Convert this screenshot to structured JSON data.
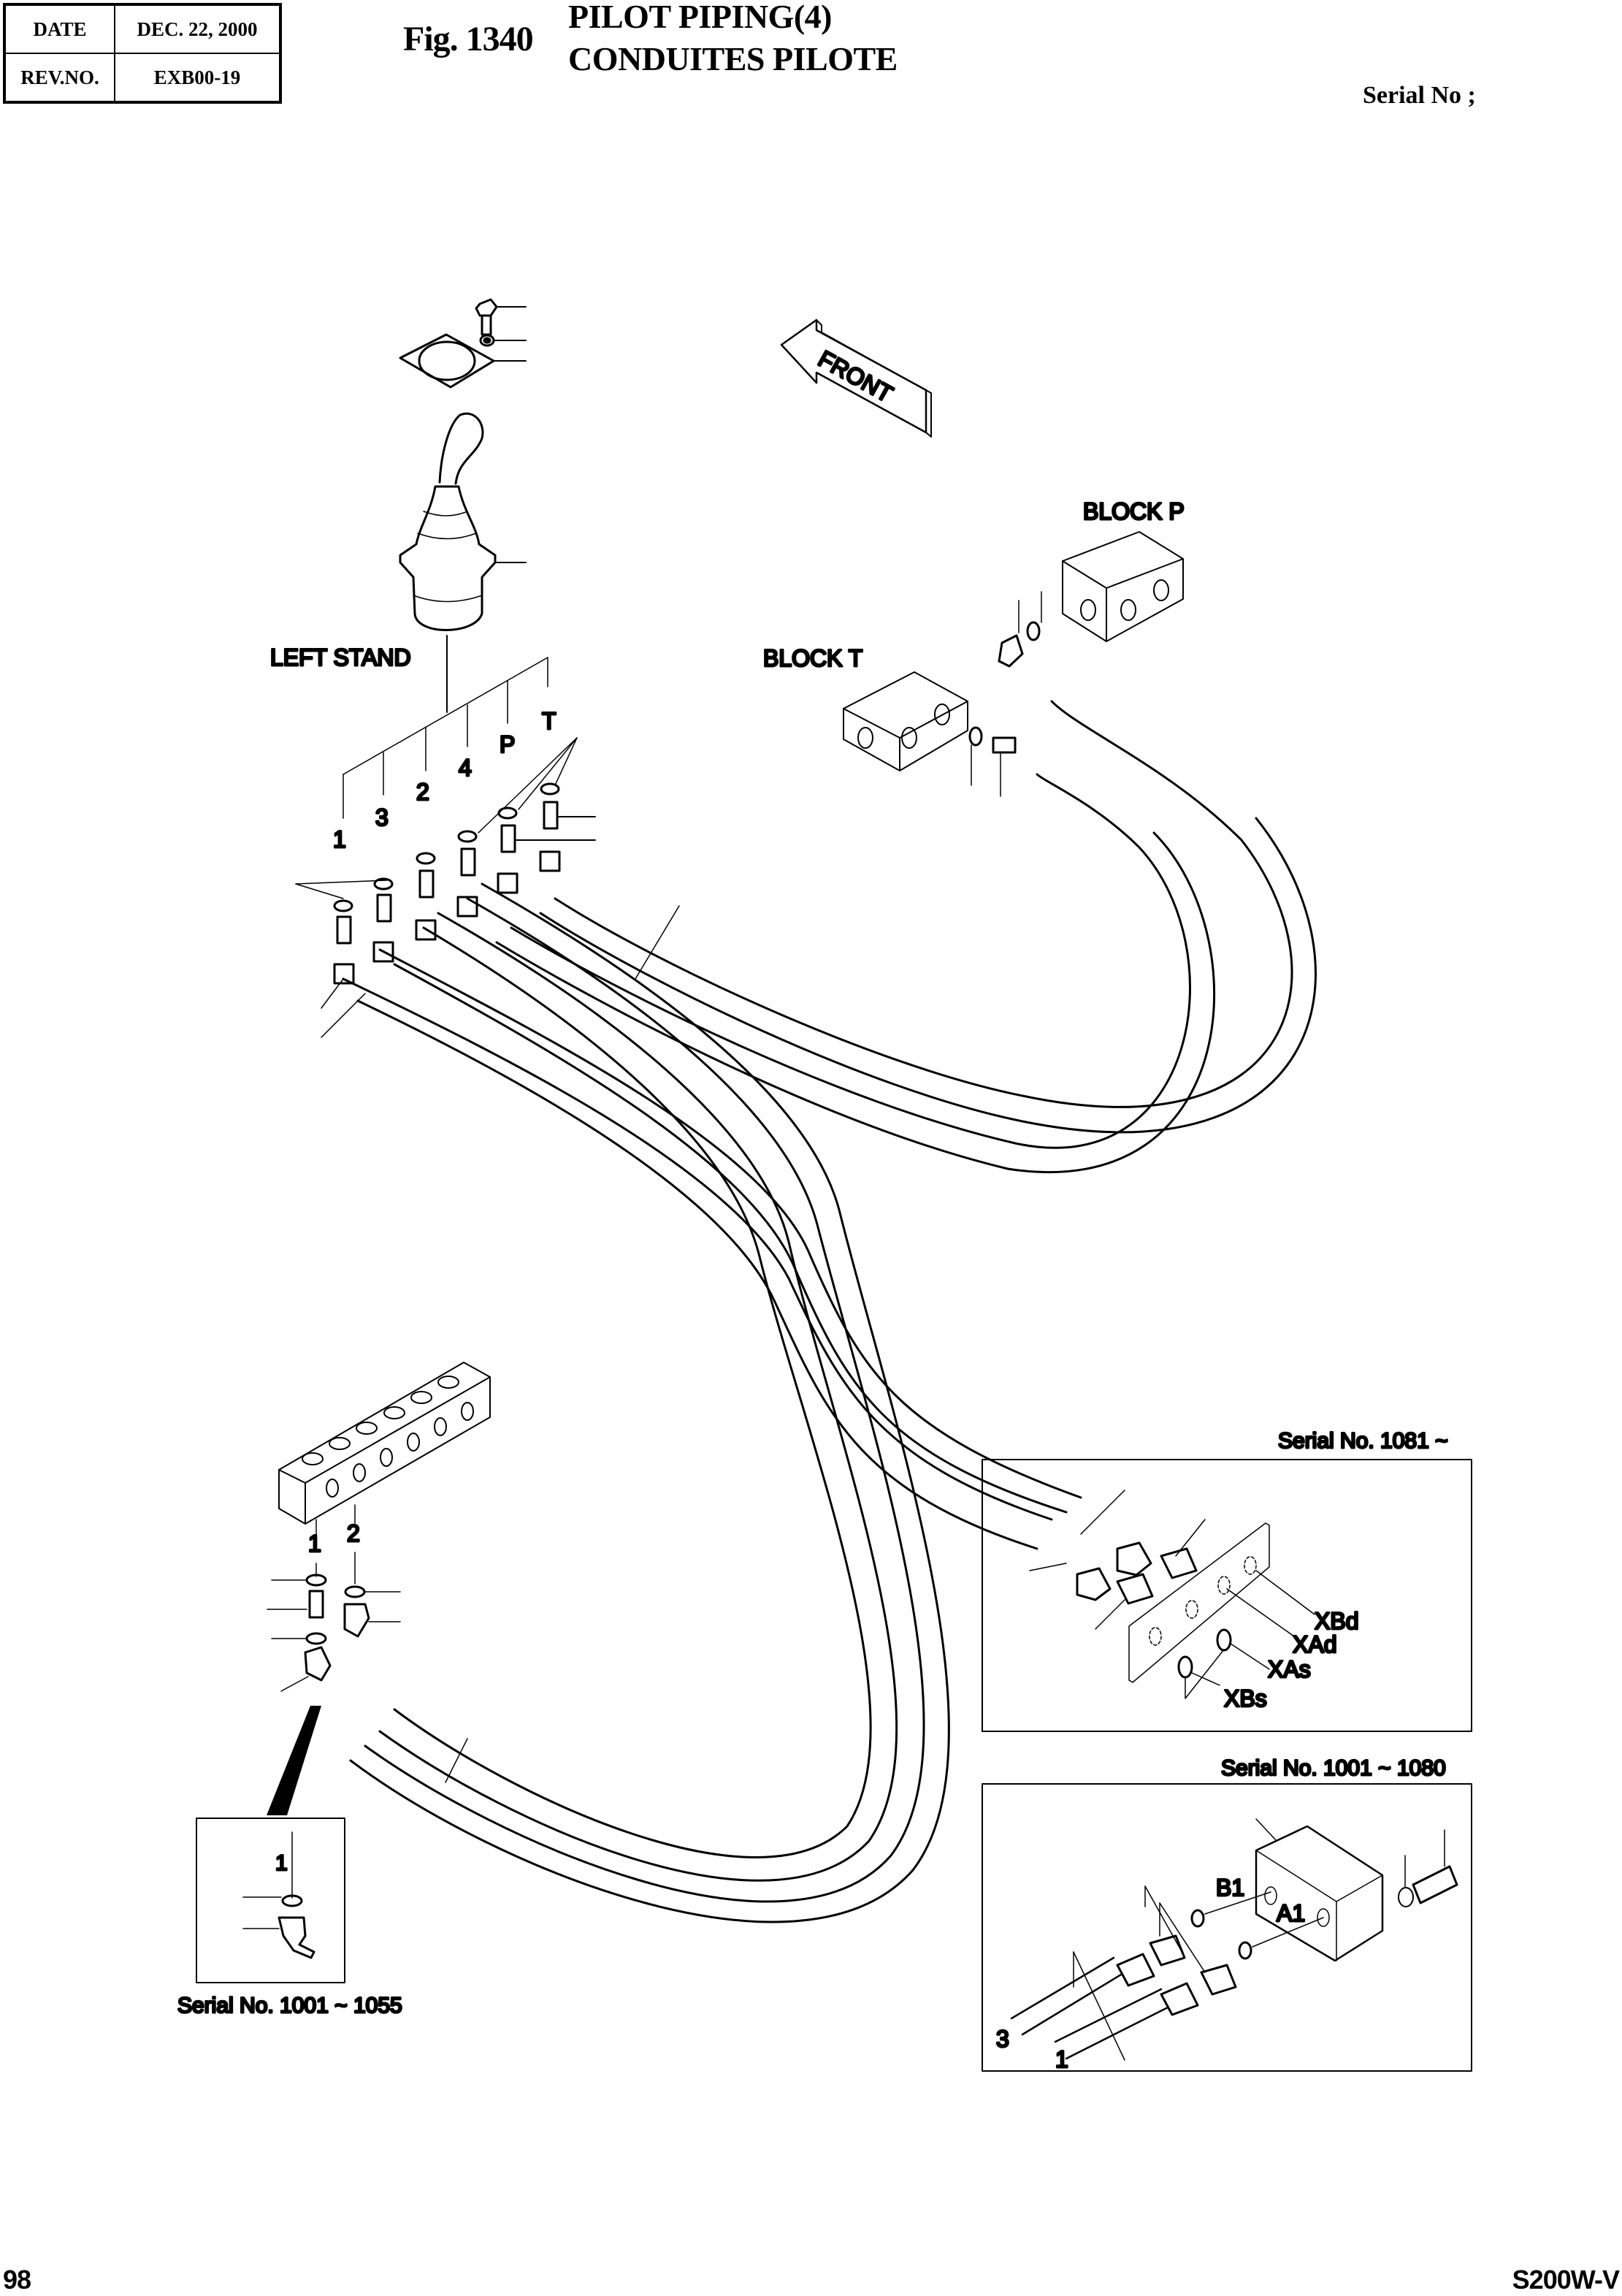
{
  "header": {
    "date_label": "DATE",
    "date_value": "DEC. 22, 2000",
    "rev_label": "REV.NO.",
    "rev_value": "EXB00-19",
    "fig_number": "Fig. 1340",
    "title_en": "PILOT PIPING(4)",
    "title_fr": "CONDUITES PILOTE",
    "serial_label": "Serial No ;"
  },
  "diagram": {
    "front_arrow": "FRONT",
    "left_stand": "LEFT STAND",
    "block_p": "BLOCK P",
    "block_t": "BLOCK T",
    "port_labels": [
      "1",
      "3",
      "2",
      "4",
      "P",
      "T"
    ],
    "manifold_labels": [
      "1",
      "2"
    ],
    "inset_1055": {
      "caption": "Serial No. 1001 ~ 1055",
      "label": "1"
    },
    "inset_1081": {
      "caption": "Serial No. 1081 ~",
      "ports": [
        "XBd",
        "XAd",
        "XAs",
        "XBs"
      ]
    },
    "inset_1080": {
      "caption": "Serial No. 1001 ~ 1080",
      "ports": [
        "B1",
        "A1"
      ],
      "hose_labels": [
        "3",
        "1"
      ]
    }
  },
  "footer": {
    "page_number": "98",
    "model": "S200W-V"
  }
}
